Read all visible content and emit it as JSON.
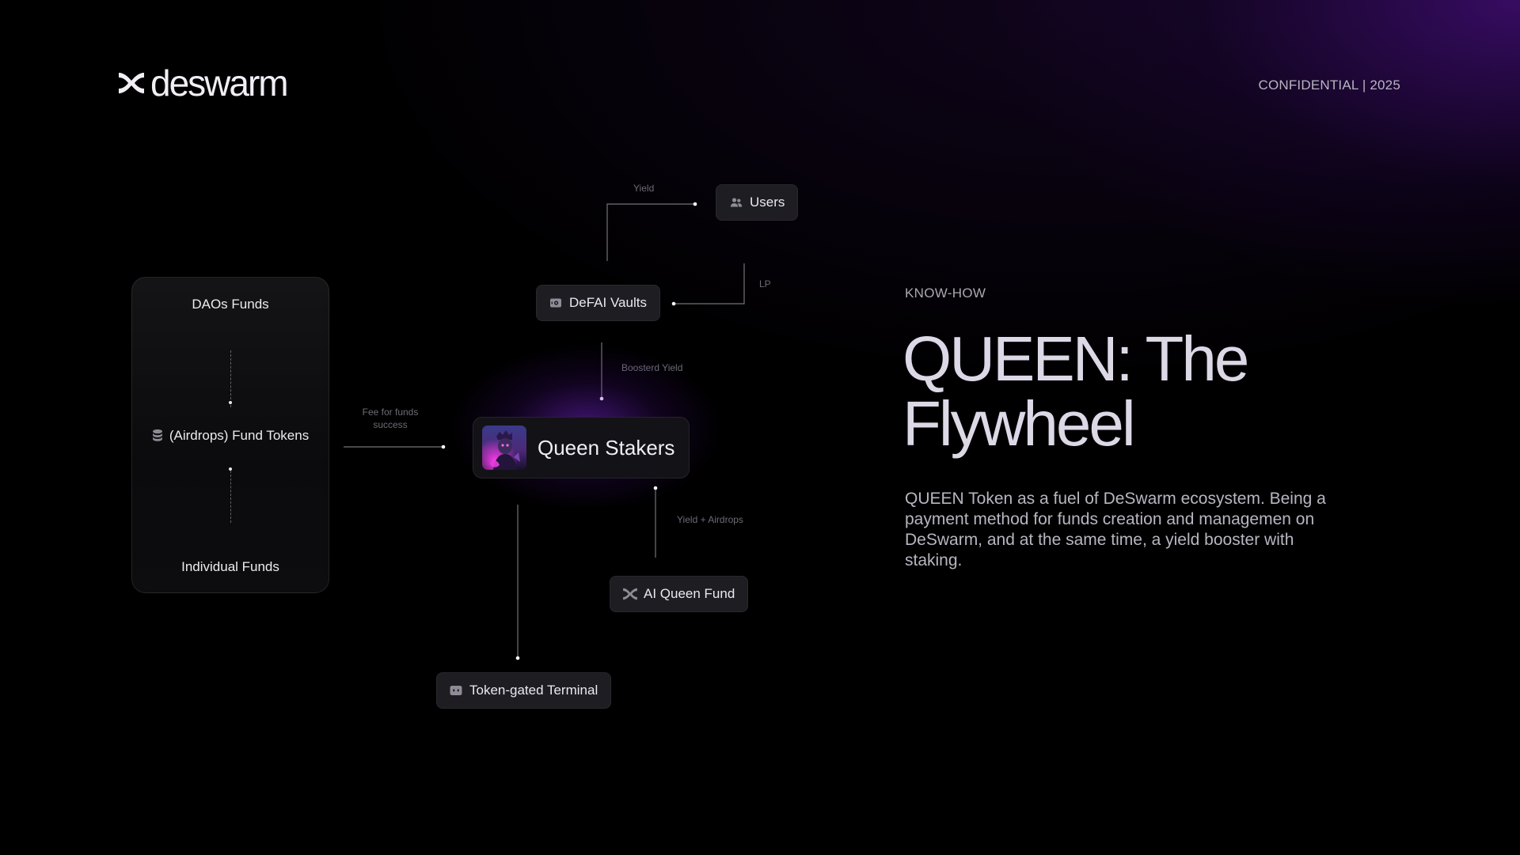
{
  "header": {
    "logo_text": "deswarm",
    "confidential": "CONFIDENTIAL | 2025"
  },
  "diagram": {
    "funds_panel": {
      "top_label": "DAOs Funds",
      "middle_label": "(Airdrops) Fund Tokens",
      "bottom_label": "Individual Funds",
      "middle_icon": "coins-stack-icon"
    },
    "nodes": {
      "users": {
        "label": "Users",
        "icon": "users-icon"
      },
      "vaults": {
        "label": "DeFAI Vaults",
        "icon": "vault-icon"
      },
      "queen": {
        "label": "Queen Stakers",
        "icon": "queen-avatar"
      },
      "ai_fund": {
        "label": "AI Queen Fund",
        "icon": "deswarm-logo-icon"
      },
      "terminal": {
        "label": "Token-gated Terminal",
        "icon": "terminal-icon"
      }
    },
    "edges": {
      "yield": "Yield",
      "lp": "LP",
      "boosted_yield": "Boosterd Yield",
      "fee_line1": "Fee for funds",
      "fee_line2": "success",
      "yield_airdrops": "Yield + Airdrops"
    }
  },
  "content": {
    "kicker": "KNOW-HOW",
    "title": "QUEEN: The Flywheel",
    "body": "QUEEN Token as a fuel of DeSwarm ecosystem. Being a payment method for funds creation and managemen on DeSwarm, and at the same time, a yield booster with staking."
  },
  "colors": {
    "background": "#000000",
    "accent_purple": "#7a2fd6",
    "node_bg": "#1e1d22",
    "title": "#dcd8e6"
  }
}
